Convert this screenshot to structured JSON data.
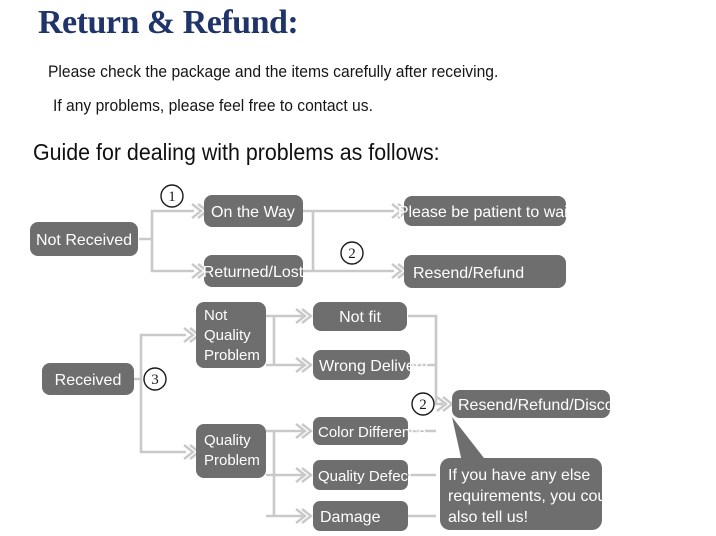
{
  "header": {
    "title": "Return & Refund:",
    "title_color": "#1f3468",
    "intro_line_1": "Please check the package and the items carefully after receiving.",
    "intro_line_2": "If any problems, please feel free to contact us.",
    "guide_line": "Guide for dealing with problems as follows:"
  },
  "theme": {
    "box_fill": "#6e6e6e",
    "box_text": "#ffffff",
    "connector": "#c9c9c9",
    "page_background": "#ffffff"
  },
  "flow": {
    "nodes": {
      "not_received": "Not Received",
      "on_the_way": "On the Way",
      "returned_lost": "Returned/Lost",
      "please_wait": "Please be patient to wait",
      "resend_refund": "Resend/Refund",
      "received": "Received",
      "not_quality_problem_line1": "Not",
      "not_quality_problem_line2": "Quality",
      "not_quality_problem_line3": "Problem",
      "quality_problem_line1": "Quality",
      "quality_problem_line2": "Problem",
      "not_fit": "Not fit",
      "wrong_delivery": "Wrong Delivery",
      "color_difference": "Color Difference",
      "quality_defect": "Quality Defect",
      "damage": "Damage",
      "resend_refund_discount": "Resend/Refund/Discount"
    },
    "markers": {
      "one": "1",
      "two_top": "2",
      "three": "3",
      "two_bottom": "2"
    },
    "bubble": {
      "line1": "If you have any else",
      "line2": "requirements, you could",
      "line3": "also tell us!"
    }
  }
}
